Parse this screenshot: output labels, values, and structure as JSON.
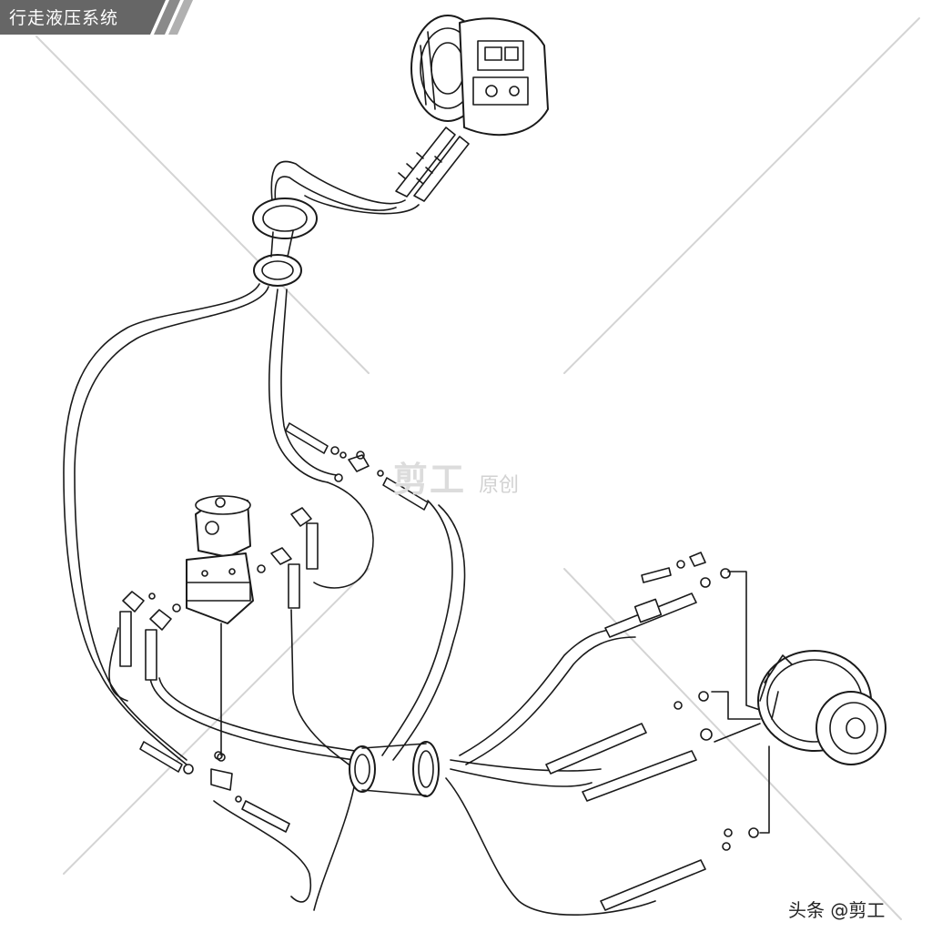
{
  "header": {
    "title": "行走液压系统"
  },
  "watermark": {
    "main": "剪工",
    "sub": "原创"
  },
  "footer": {
    "credit": "头条 @剪工"
  },
  "colors": {
    "tab_bg": "#666666",
    "line": "#1a1a1a",
    "guide": "#d0d0d0"
  }
}
